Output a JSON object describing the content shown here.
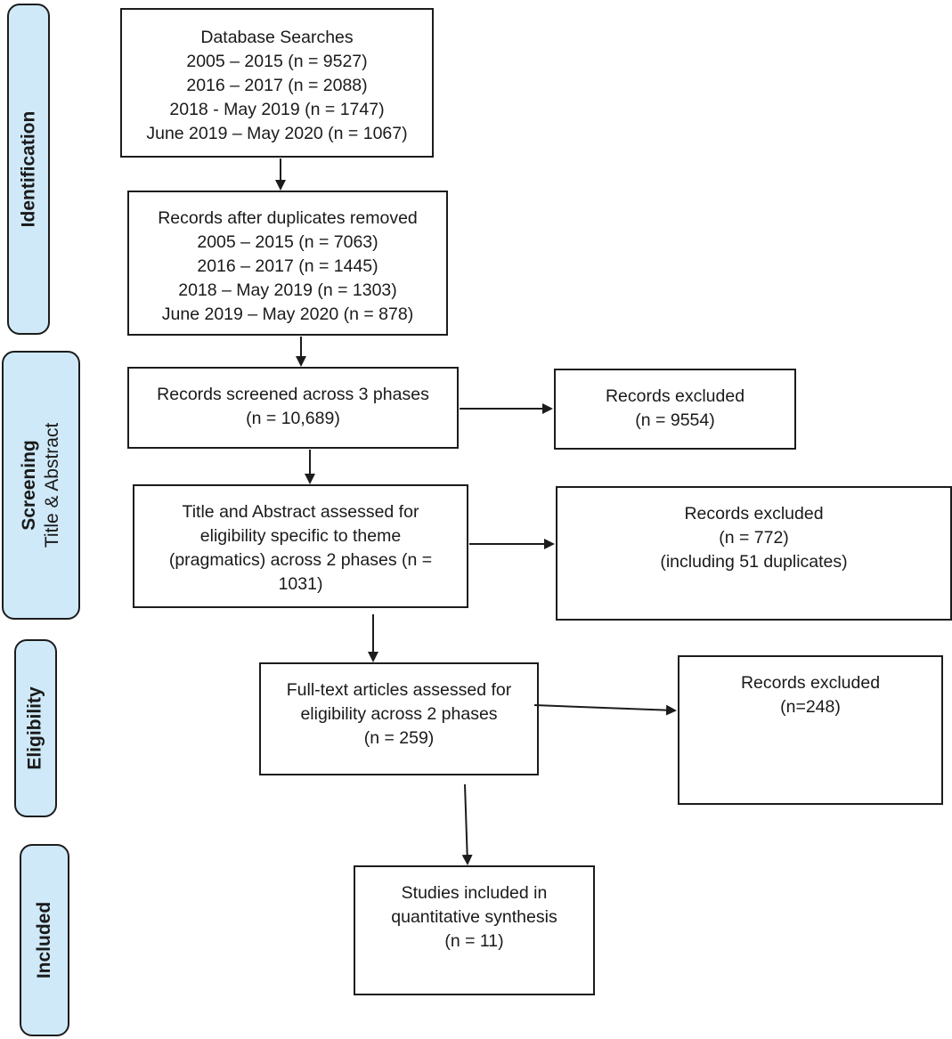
{
  "stages": {
    "identification": "Identification",
    "screening": "Screening",
    "screening_sub": "Title & Abstract",
    "eligibility": "Eligibility",
    "included": "Included"
  },
  "boxes": {
    "database_searches": [
      "Database Searches",
      "2005 – 2015 (n = 9527)",
      "2016 – 2017 (n = 2088)",
      "2018 - May 2019 (n = 1747)",
      "June 2019 – May 2020 (n = 1067)"
    ],
    "after_duplicates": [
      "Records after duplicates removed",
      "2005 – 2015 (n = 7063)",
      "2016 – 2017 (n = 1445)",
      "2018 – May 2019 (n = 1303)",
      "June 2019 – May 2020 (n = 878)"
    ],
    "screened": [
      "Records screened across 3 phases",
      "(n = 10,689)"
    ],
    "excluded_1": [
      "Records excluded",
      "(n = 9554)"
    ],
    "title_abstract": [
      "Title and Abstract assessed for",
      "eligibility specific to theme",
      "(pragmatics) across 2 phases (n =",
      "1031)"
    ],
    "excluded_2": [
      "Records excluded",
      "(n = 772)",
      "(including 51 duplicates)"
    ],
    "full_text": [
      "Full-text articles assessed for",
      "eligibility across 2 phases",
      "(n = 259)"
    ],
    "excluded_3": [
      "Records excluded",
      "(n=248)"
    ],
    "included_studies": [
      "Studies included in",
      "quantitative synthesis",
      "(n = 11)"
    ]
  },
  "colors": {
    "stage_fill": "#cfe9f8",
    "stroke": "#1c1c1c"
  }
}
